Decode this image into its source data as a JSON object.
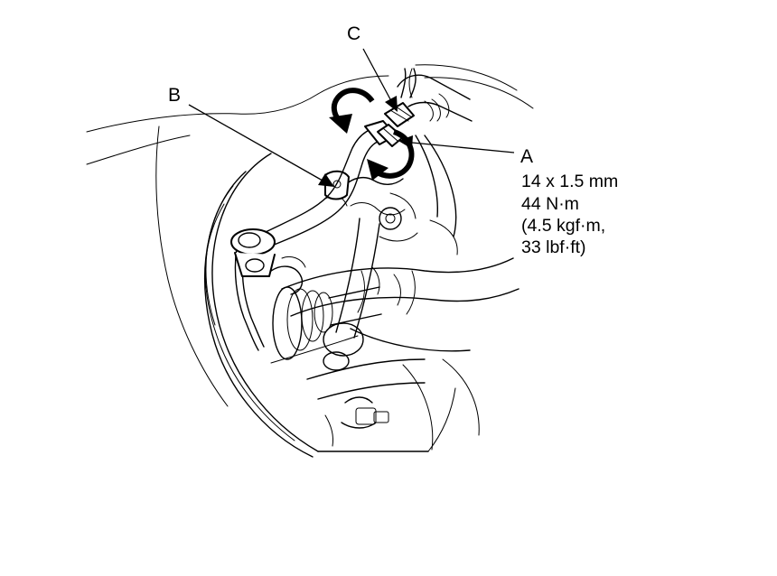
{
  "callouts": {
    "a": {
      "letter": "A"
    },
    "b": {
      "letter": "B"
    },
    "c": {
      "letter": "C"
    }
  },
  "torque_spec": {
    "size": "14 x 1.5 mm",
    "torque_nm": "44 N·m",
    "torque_kgfm": "(4.5 kgf·m,",
    "torque_lbfft": "33 lbf·ft)"
  },
  "line_color": "#000000",
  "background_color": "#ffffff"
}
